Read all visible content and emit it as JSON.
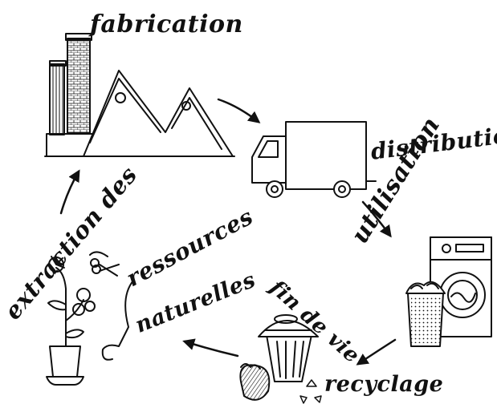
{
  "stages": {
    "fabrication": "fabrication",
    "distribution": "distribution",
    "utilisation": "utilisation",
    "fin_de_vie": "fin de vie",
    "recyclage": "recyclage",
    "extraction_1": "extraction des",
    "extraction_2": "ressources",
    "extraction_3": "naturelles"
  },
  "colors": {
    "ink": "#111111",
    "background": "#ffffff"
  }
}
